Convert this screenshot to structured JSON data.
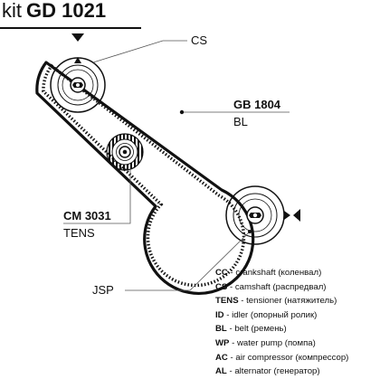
{
  "title": {
    "prefix": "kit",
    "code": "GD 1021"
  },
  "labels": {
    "cs": "CS",
    "belt_code": "GB 1804",
    "belt_role": "BL",
    "tensioner_code": "CM 3031",
    "tensioner_role": "TENS",
    "jsp": "JSP"
  },
  "legend": [
    {
      "abbr": "CC",
      "desc": "crankshaft (коленвал)"
    },
    {
      "abbr": "CS",
      "desc": "camshaft (распредвал)"
    },
    {
      "abbr": "TENS",
      "desc": "tensioner (натяжитель)"
    },
    {
      "abbr": "ID",
      "desc": "idler (опорный ролик)"
    },
    {
      "abbr": "BL",
      "desc": "belt (ремень)"
    },
    {
      "abbr": "WP",
      "desc": "water pump (помпа)"
    },
    {
      "abbr": "AC",
      "desc": "air compressor (компрессор)"
    },
    {
      "abbr": "AL",
      "desc": "alternator (генератор)"
    }
  ],
  "colors": {
    "ink": "#111111",
    "background": "#ffffff"
  }
}
